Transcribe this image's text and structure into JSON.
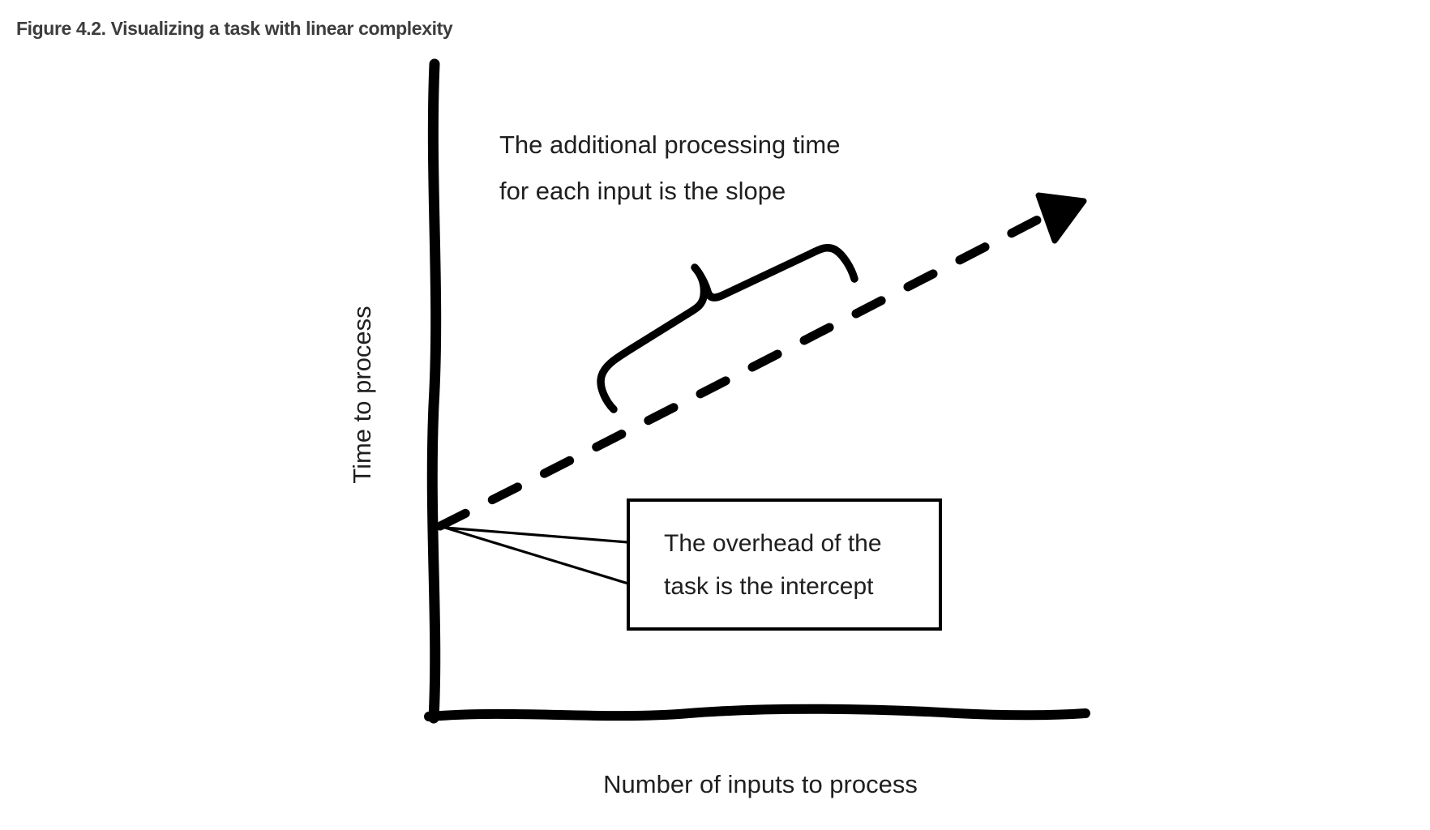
{
  "figure": {
    "caption": "Figure 4.2. Visualizing a task with linear complexity",
    "diagram": {
      "y_axis_label": "Time to process",
      "x_axis_label": "Number of inputs to process",
      "slope_annotation_line1": "The additional processing time",
      "slope_annotation_line2": "for each input is the slope",
      "intercept_callout_line1": "The overhead of the",
      "intercept_callout_line2": "task is the intercept"
    },
    "colors": {
      "ink": "#000000",
      "caption_text": "#3d3d3d",
      "diagram_text": "#1f1f1f",
      "background": "#ffffff"
    }
  }
}
